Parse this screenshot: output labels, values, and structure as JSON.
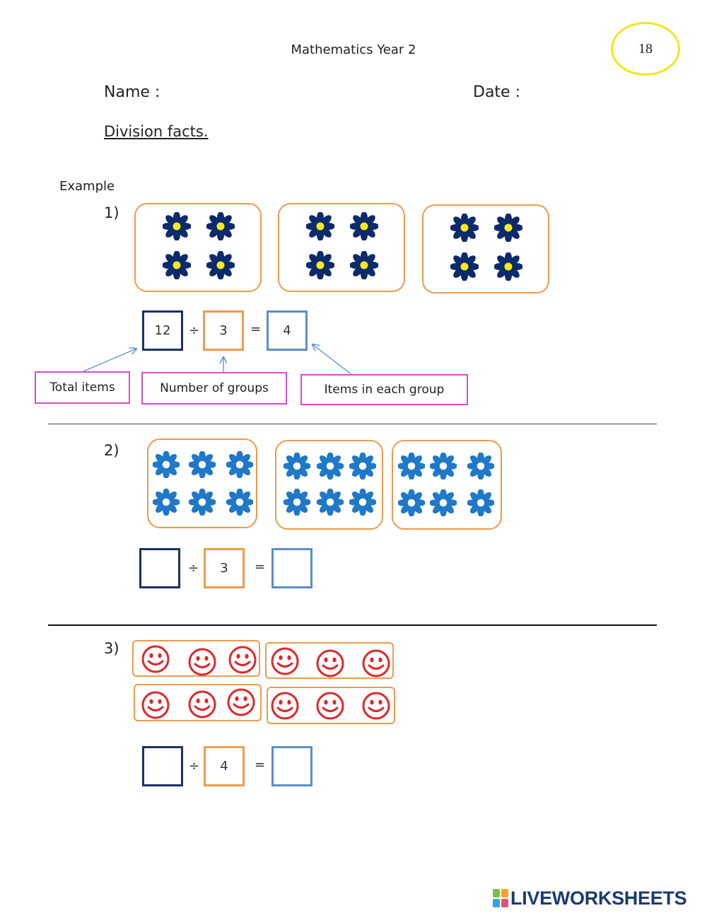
{
  "header": {
    "title": "Mathematics Year 2",
    "page_number": "18",
    "page_number_ring_color": "#f2e61c"
  },
  "form": {
    "name_label": "Name :",
    "date_label": "Date :"
  },
  "worksheet": {
    "title": "Division facts.",
    "example_label": "Example"
  },
  "questions": [
    {
      "number": "1)",
      "item_icon": "flower-icon",
      "item_color": "#0d2a6b",
      "groups": 3,
      "items_per_group": 4,
      "equation": {
        "total": "12",
        "divide": "÷",
        "groups": "3",
        "equals": "=",
        "each": "4"
      },
      "callouts": {
        "total": "Total items",
        "groups": "Number of groups",
        "each": "Items in each group"
      }
    },
    {
      "number": "2)",
      "item_icon": "flower-icon",
      "item_color": "#1f78c8",
      "groups": 3,
      "items_per_group": 6,
      "equation": {
        "total": "",
        "divide": "÷",
        "groups": "3",
        "equals": "=",
        "each": ""
      }
    },
    {
      "number": "3)",
      "item_icon": "smiley-face-icon",
      "item_color": "#e0262b",
      "groups": 4,
      "items_per_group": 3,
      "equation": {
        "total": "",
        "divide": "÷",
        "groups": "4",
        "equals": "=",
        "each": ""
      }
    }
  ],
  "colors": {
    "group_border": "#ee9a4d",
    "total_box_border": "#1c2f66",
    "groups_box_border": "#ee9a4d",
    "each_box_border": "#5b8fc8",
    "callout_border": "#d84bd0",
    "arrow": "#5b8fc8"
  },
  "branding": {
    "logo_text": "LIVEWORKSHEETS",
    "logo_letters": [
      "L",
      "I",
      "V",
      "E"
    ]
  }
}
